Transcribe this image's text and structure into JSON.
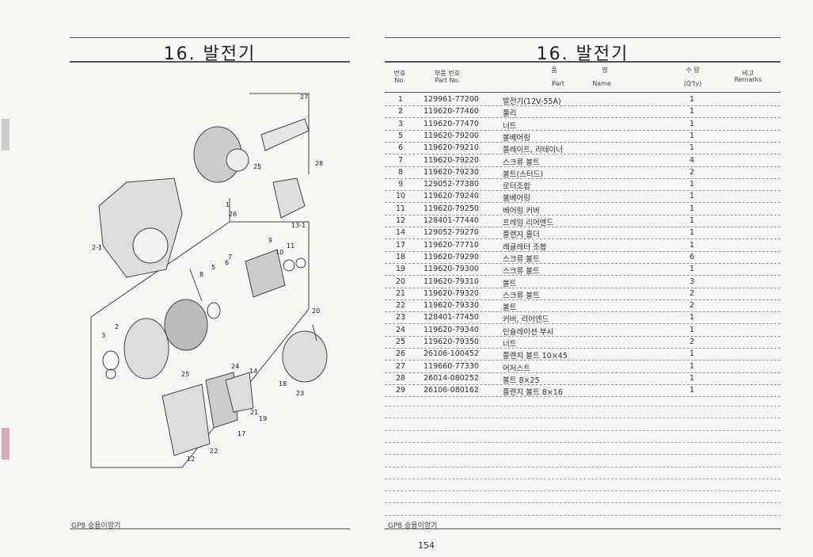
{
  "left_page": {
    "title": "16. 발전기",
    "footer": "GP8 승용이앙기",
    "callouts": [
      "27",
      "25",
      "28",
      "26",
      "13-1",
      "2-1",
      "9",
      "11",
      "10",
      "8",
      "5",
      "6",
      "7",
      "1",
      "20",
      "3",
      "2",
      "24",
      "14",
      "25",
      "18",
      "23",
      "21",
      "19",
      "17",
      "22",
      "12"
    ]
  },
  "right_page": {
    "title": "16. 발전기",
    "footer": "GP8 승용이앙기",
    "page_number": "154",
    "headers": {
      "no_ko": "번호",
      "no_en": "No.",
      "part_ko": "부품 번호",
      "part_en": "Part No.",
      "name_ko_1": "품",
      "name_ko_2": "명",
      "name_en_1": "Part",
      "name_en_2": "Name",
      "qty_ko": "수 량",
      "qty_en": "(Q'ty)",
      "remarks_ko": "비고",
      "remarks_en": "Remarks"
    },
    "rows": [
      {
        "no": "1",
        "part": "129961-77200",
        "name": "발전기(12V-55A)",
        "qty": "1"
      },
      {
        "no": "2",
        "part": "119620-77460",
        "name": "풀리",
        "qty": "1"
      },
      {
        "no": "3",
        "part": "119620-77470",
        "name": "너트",
        "qty": "1"
      },
      {
        "no": "5",
        "part": "119620-79200",
        "name": "볼베어링",
        "qty": "1"
      },
      {
        "no": "6",
        "part": "119620-79210",
        "name": "플레이트, 리테이너",
        "qty": "1"
      },
      {
        "no": "7",
        "part": "119620-79220",
        "name": "스크류 볼트",
        "qty": "4"
      },
      {
        "no": "8",
        "part": "119620-79230",
        "name": "볼트(스터드)",
        "qty": "2"
      },
      {
        "no": "9",
        "part": "129052-77380",
        "name": "로터조합",
        "qty": "1"
      },
      {
        "no": "10",
        "part": "119620-79240",
        "name": "볼베어링",
        "qty": "1"
      },
      {
        "no": "11",
        "part": "119620-79250",
        "name": "베어링 커버",
        "qty": "1"
      },
      {
        "no": "12",
        "part": "128401-77440",
        "name": "프레임 리어엔드",
        "qty": "1"
      },
      {
        "no": "14",
        "part": "129052-79270",
        "name": "플랜지 홀더",
        "qty": "1"
      },
      {
        "no": "17",
        "part": "119620-77710",
        "name": "레귤레터 조합",
        "qty": "1"
      },
      {
        "no": "18",
        "part": "119620-79290",
        "name": "스크류 볼트",
        "qty": "6"
      },
      {
        "no": "19",
        "part": "119620-79300",
        "name": "스크류 볼트",
        "qty": "1"
      },
      {
        "no": "20",
        "part": "119620-79310",
        "name": "볼트",
        "qty": "3"
      },
      {
        "no": "21",
        "part": "119620-79320",
        "name": "스크류 볼트",
        "qty": "2"
      },
      {
        "no": "22",
        "part": "119620-79330",
        "name": "볼트",
        "qty": "2"
      },
      {
        "no": "23",
        "part": "128401-77450",
        "name": "커버, 리어엔드",
        "qty": "1"
      },
      {
        "no": "24",
        "part": "119620-79340",
        "name": "인슐레이션 부시",
        "qty": "1"
      },
      {
        "no": "25",
        "part": "119620-79350",
        "name": "너트",
        "qty": "2"
      },
      {
        "no": "26",
        "part": "26106-100452",
        "name": "플랜지 볼트 10×45",
        "qty": "1"
      },
      {
        "no": "27",
        "part": "119660-77330",
        "name": "어저스트",
        "qty": "1"
      },
      {
        "no": "28",
        "part": "26014-080252",
        "name": "볼트 8×25",
        "qty": "1"
      },
      {
        "no": "29",
        "part": "26106-080162",
        "name": "플랜지 볼트 8×16",
        "qty": "1"
      }
    ]
  }
}
